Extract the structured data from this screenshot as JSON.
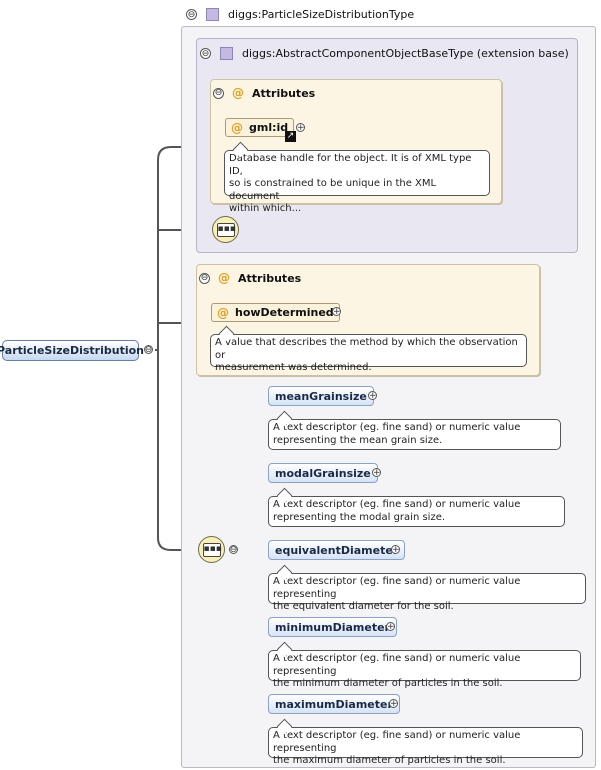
{
  "root": {
    "label": "ParticleSizeDistribution"
  },
  "type_box": {
    "title": "diggs:ParticleSizeDistributionType"
  },
  "base_box": {
    "title": "diggs:AbstractComponentObjectBaseType (extension base)"
  },
  "inherited_attributes": {
    "title": "Attributes",
    "items": [
      {
        "name": "gml:id",
        "note": [
          "Database handle for the object. It is of XML type ID,",
          "so is constrained to be unique in the XML document",
          "within which..."
        ]
      }
    ]
  },
  "own_attributes": {
    "title": "Attributes",
    "items": [
      {
        "name": "howDetermined",
        "note": [
          "A value that describes the method by which the observation or",
          "measurement was determined."
        ]
      }
    ]
  },
  "elements": [
    {
      "name": "meanGrainsize",
      "note": [
        "A text descriptor (eg. fine sand) or numeric value",
        "representing the mean grain size."
      ]
    },
    {
      "name": "modalGrainsize",
      "note": [
        "A text descriptor (eg. fine sand) or numeric value",
        "representing the modal grain size."
      ]
    },
    {
      "name": "equivalentDiameter",
      "note": [
        "A text descriptor (eg. fine sand) or numeric value representing",
        "the equivalent diameter for the soil."
      ]
    },
    {
      "name": "minimumDiameter",
      "note": [
        "A text descriptor (eg. fine sand) or numeric value representing",
        "the minimum diameter of particles in the soil."
      ]
    },
    {
      "name": "maximumDiameter",
      "note": [
        "A text descriptor (eg. fine sand) or numeric value representing",
        "the maximum diameter of particles in the soil."
      ]
    }
  ],
  "glyphs": {
    "collapse": "⊖",
    "expand": "+",
    "attribute": "@",
    "reference": "↗",
    "sequence": "▪▪▪"
  },
  "icons": {
    "type": "type-square-icon",
    "attribute": "attribute-at-icon",
    "sequence": "sequence-compositor-icon",
    "reference": "reference-arrow-icon"
  }
}
